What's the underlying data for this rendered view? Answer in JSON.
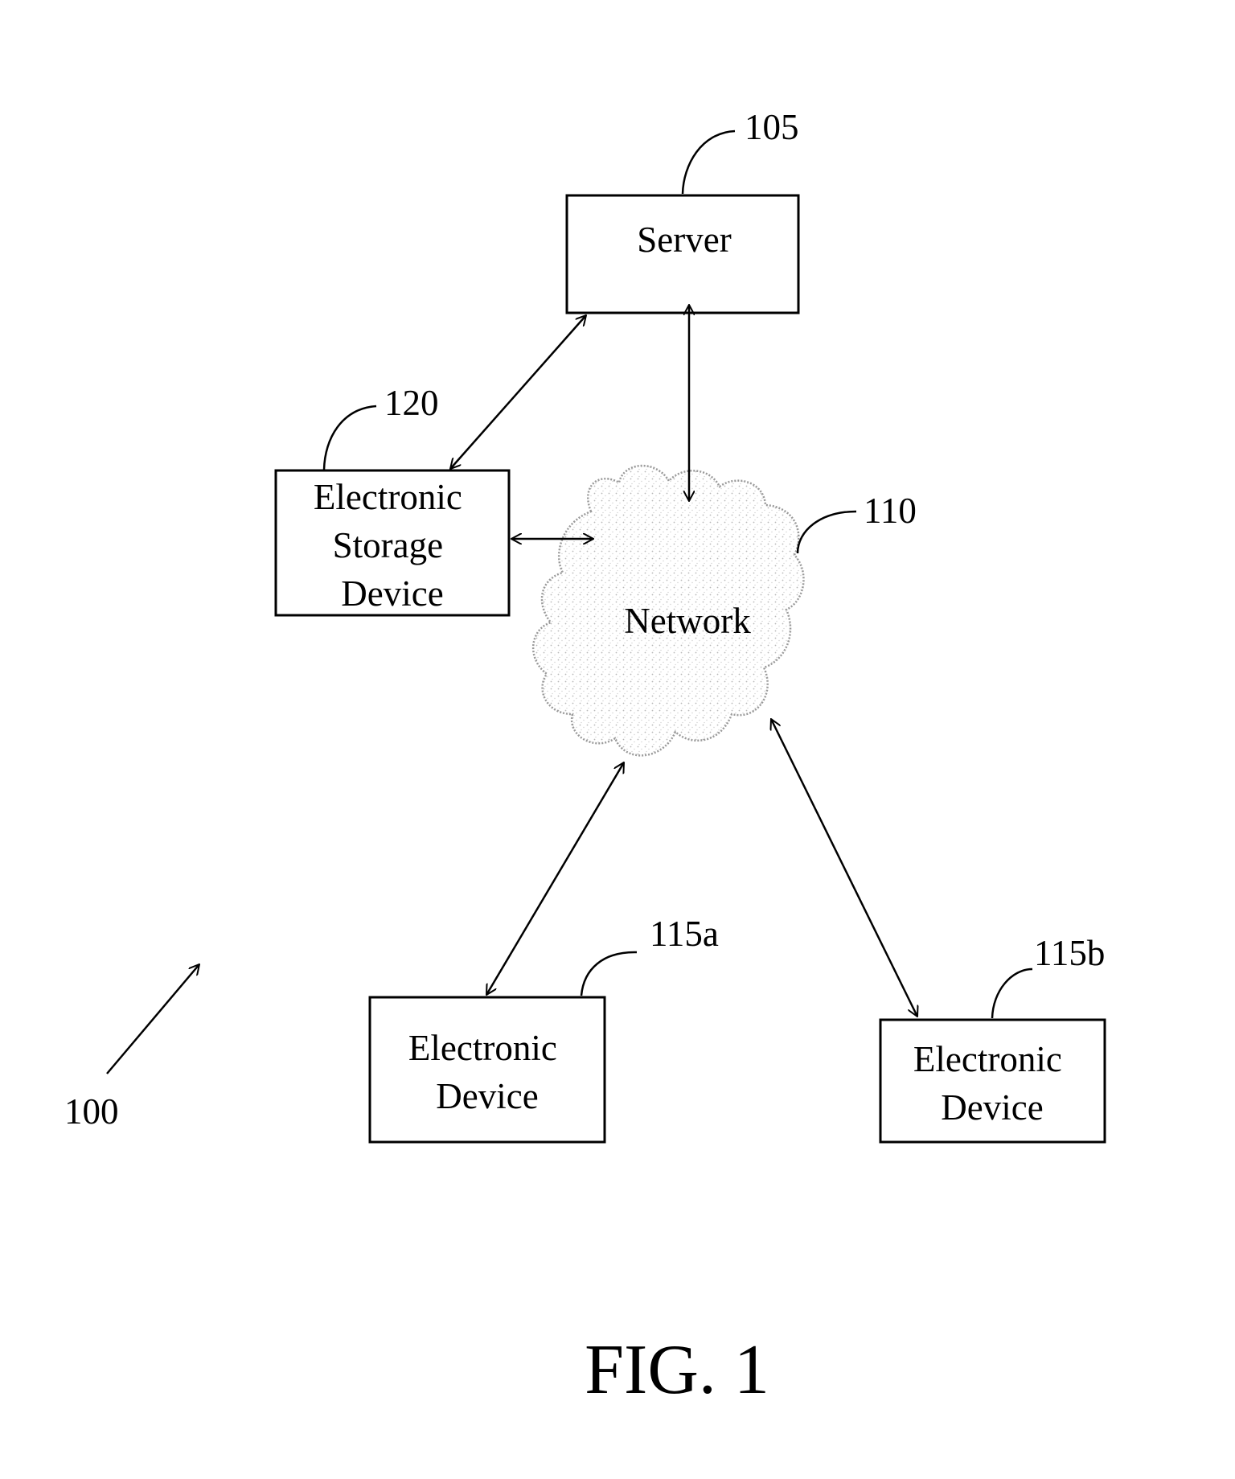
{
  "nodes": {
    "server": {
      "lines": [
        "Server"
      ],
      "ref": "105"
    },
    "network": {
      "lines": [
        "Network"
      ],
      "ref": "110"
    },
    "storage": {
      "lines": [
        "Electronic",
        "Storage",
        "Device"
      ],
      "ref": "120"
    },
    "device_a": {
      "lines": [
        "Electronic",
        "Device"
      ],
      "ref": "115a"
    },
    "device_b": {
      "lines": [
        "Electronic",
        "Device"
      ],
      "ref": "115b"
    }
  },
  "system_ref": "100",
  "figure_label": "FIG. 1"
}
